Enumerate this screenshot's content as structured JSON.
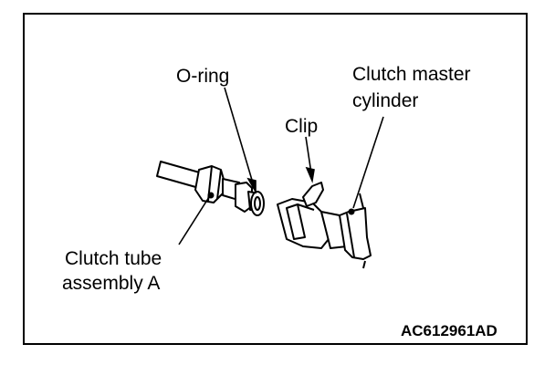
{
  "labels": {
    "o_ring": "O-ring",
    "clutch_master_cylinder_line1": "Clutch master",
    "clutch_master_cylinder_line2": "cylinder",
    "clip": "Clip",
    "clutch_tube_assembly_line1": "Clutch tube",
    "clutch_tube_assembly_line2": "assembly A"
  },
  "figure_code": "AC612961AD"
}
